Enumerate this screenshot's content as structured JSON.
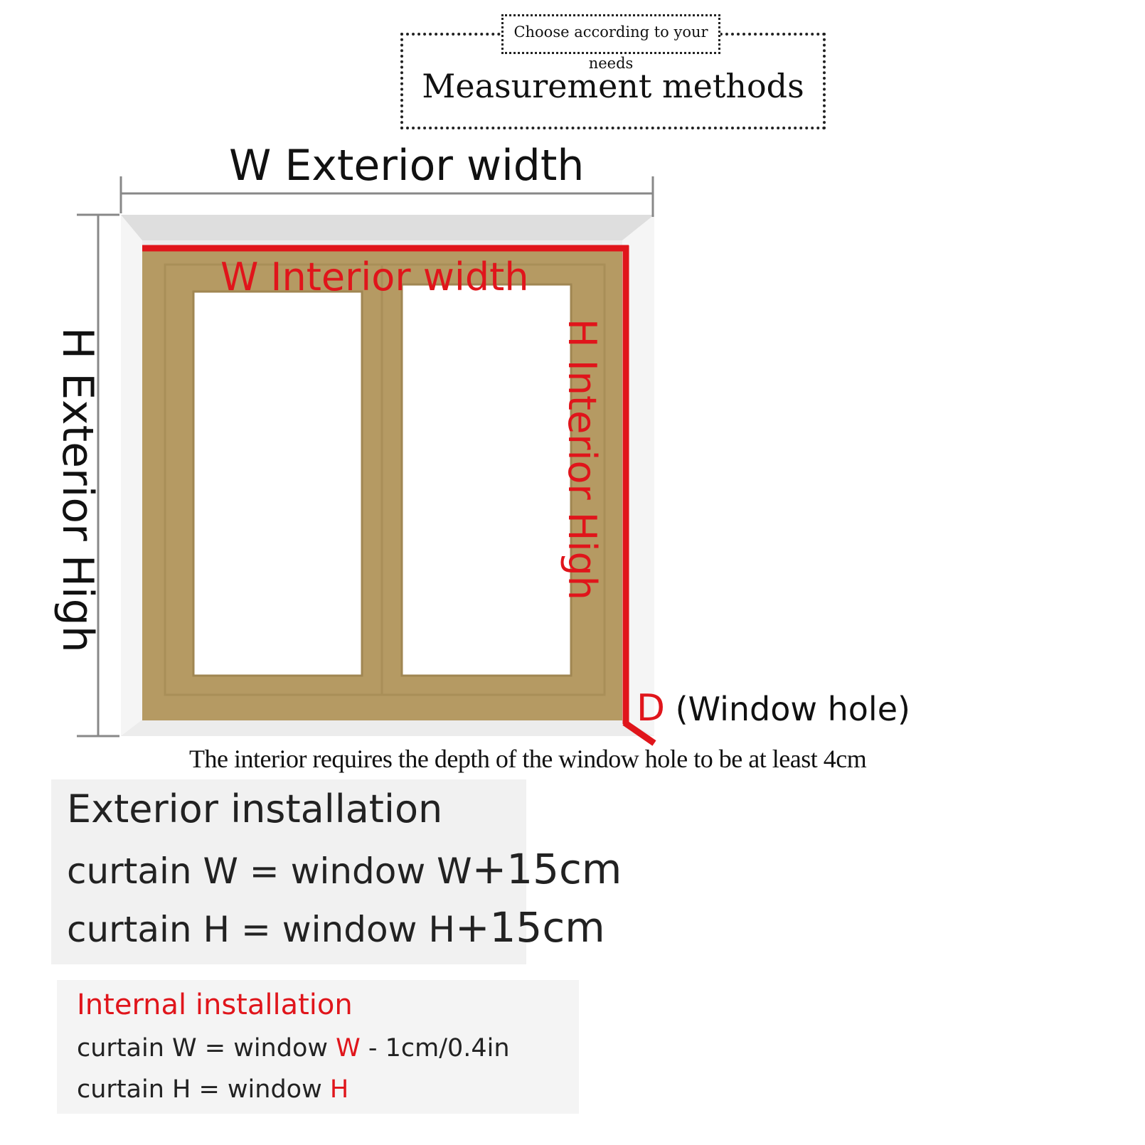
{
  "header": {
    "tag": "Choose according to your needs",
    "title": "Measurement methods"
  },
  "diagram": {
    "w_exterior": "W  Exterior width",
    "h_exterior": "H Exterior High",
    "w_interior": "W Interior width",
    "h_interior": "H Interior High",
    "d_letter": "D",
    "d_label": "(Window hole)",
    "depth_note": "The interior requires the depth of the window hole to be at least 4cm",
    "colors": {
      "frame": "#b59a63",
      "accent": "#e0151b",
      "wall": "#ececec"
    }
  },
  "exterior": {
    "title": "Exterior installation",
    "w_formula": "curtain W = window W",
    "w_add": "+15cm",
    "h_formula": "curtain H = window H",
    "h_add": "+15cm"
  },
  "internal": {
    "title": "Internal installation",
    "w_prefix": "curtain W = window ",
    "w_var": "W",
    "w_suffix": " - 1cm/0.4in",
    "h_prefix": "curtain H = window ",
    "h_var": "H"
  }
}
